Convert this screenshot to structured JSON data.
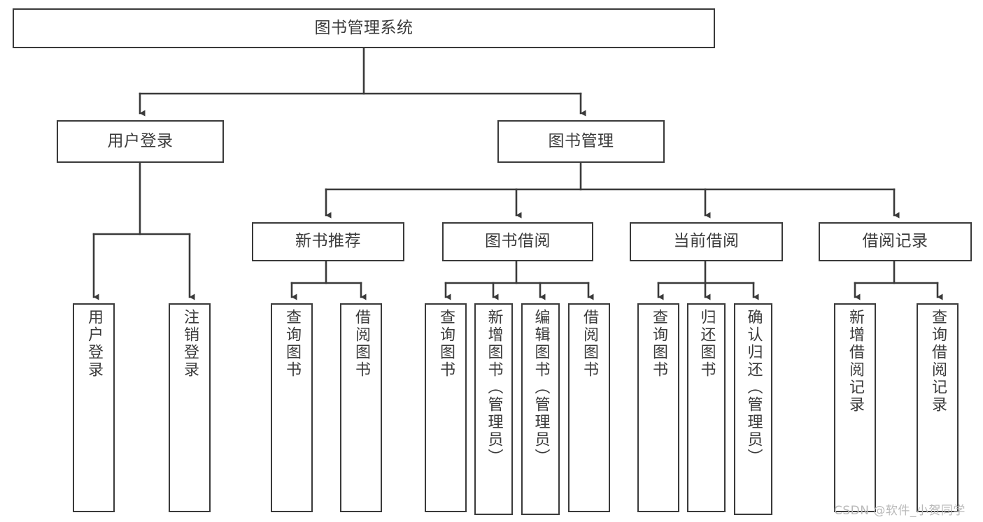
{
  "diagram": {
    "title": "图书管理系统",
    "type": "功能结构图",
    "colors": {
      "border": "#3a3a3a",
      "text": "#3b3b3b",
      "background": "#ffffff",
      "edge": "#3a3a3a",
      "watermark": "#b9b9b9"
    }
  },
  "root": {
    "label": "图书管理系统"
  },
  "level1": [
    {
      "label": "用户登录"
    },
    {
      "label": "图书管理"
    }
  ],
  "level2": [
    {
      "label": "新书推荐"
    },
    {
      "label": "图书借阅"
    },
    {
      "label": "当前借阅"
    },
    {
      "label": "借阅记录"
    }
  ],
  "leaves": {
    "user_login": [
      {
        "label": "用户登录"
      },
      {
        "label": "注销登录"
      }
    ],
    "new_book_recommend": [
      {
        "label": "查询图书"
      },
      {
        "label": "借阅图书"
      }
    ],
    "book_borrow": [
      {
        "label": "查询图书"
      },
      {
        "label": "新增图书（管理员）"
      },
      {
        "label": "编辑图书（管理员）"
      },
      {
        "label": "借阅图书"
      }
    ],
    "current_borrow": [
      {
        "label": "查询图书"
      },
      {
        "label": "归还图书"
      },
      {
        "label": "确认归还（管理员）"
      }
    ],
    "borrow_record": [
      {
        "label": "新增借阅记录"
      },
      {
        "label": "查询借阅记录"
      }
    ]
  },
  "watermark": {
    "text": "CSDN @软件_小贺同学"
  }
}
